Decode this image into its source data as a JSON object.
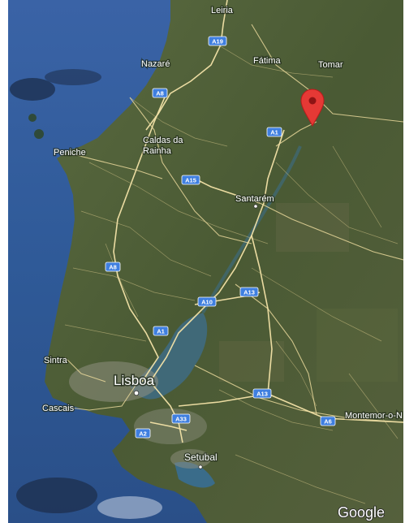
{
  "map": {
    "type": "satellite",
    "region": "Lisbon to Leiria, Portugal",
    "attribution": "Google",
    "marker": {
      "icon": "location-pin-icon",
      "color": "#e53935"
    },
    "places": [
      {
        "id": "leiria",
        "name": "Leiria"
      },
      {
        "id": "nazare",
        "name": "Nazaré"
      },
      {
        "id": "fatima",
        "name": "Fátima"
      },
      {
        "id": "tomar",
        "name": "Tomar"
      },
      {
        "id": "caldas",
        "name": "Caldas da\nRainha"
      },
      {
        "id": "peniche",
        "name": "Peniche"
      },
      {
        "id": "santarem",
        "name": "Santarém"
      },
      {
        "id": "sintra",
        "name": "Sintra"
      },
      {
        "id": "lisboa",
        "name": "Lisboa"
      },
      {
        "id": "cascais",
        "name": "Cascais"
      },
      {
        "id": "setubal",
        "name": "Setubal"
      },
      {
        "id": "montemor",
        "name": "Montemor-o-N"
      }
    ],
    "highways": [
      "A19",
      "A8",
      "A1",
      "A15",
      "A8",
      "A13",
      "A10",
      "A1",
      "A13",
      "A2",
      "A33",
      "A6"
    ]
  },
  "colors": {
    "sea": "#2c5a96",
    "land": "#4b5a35",
    "urban": "#9a9a8a",
    "road": "#f3e3a8",
    "shield": "#3f7fe0"
  }
}
